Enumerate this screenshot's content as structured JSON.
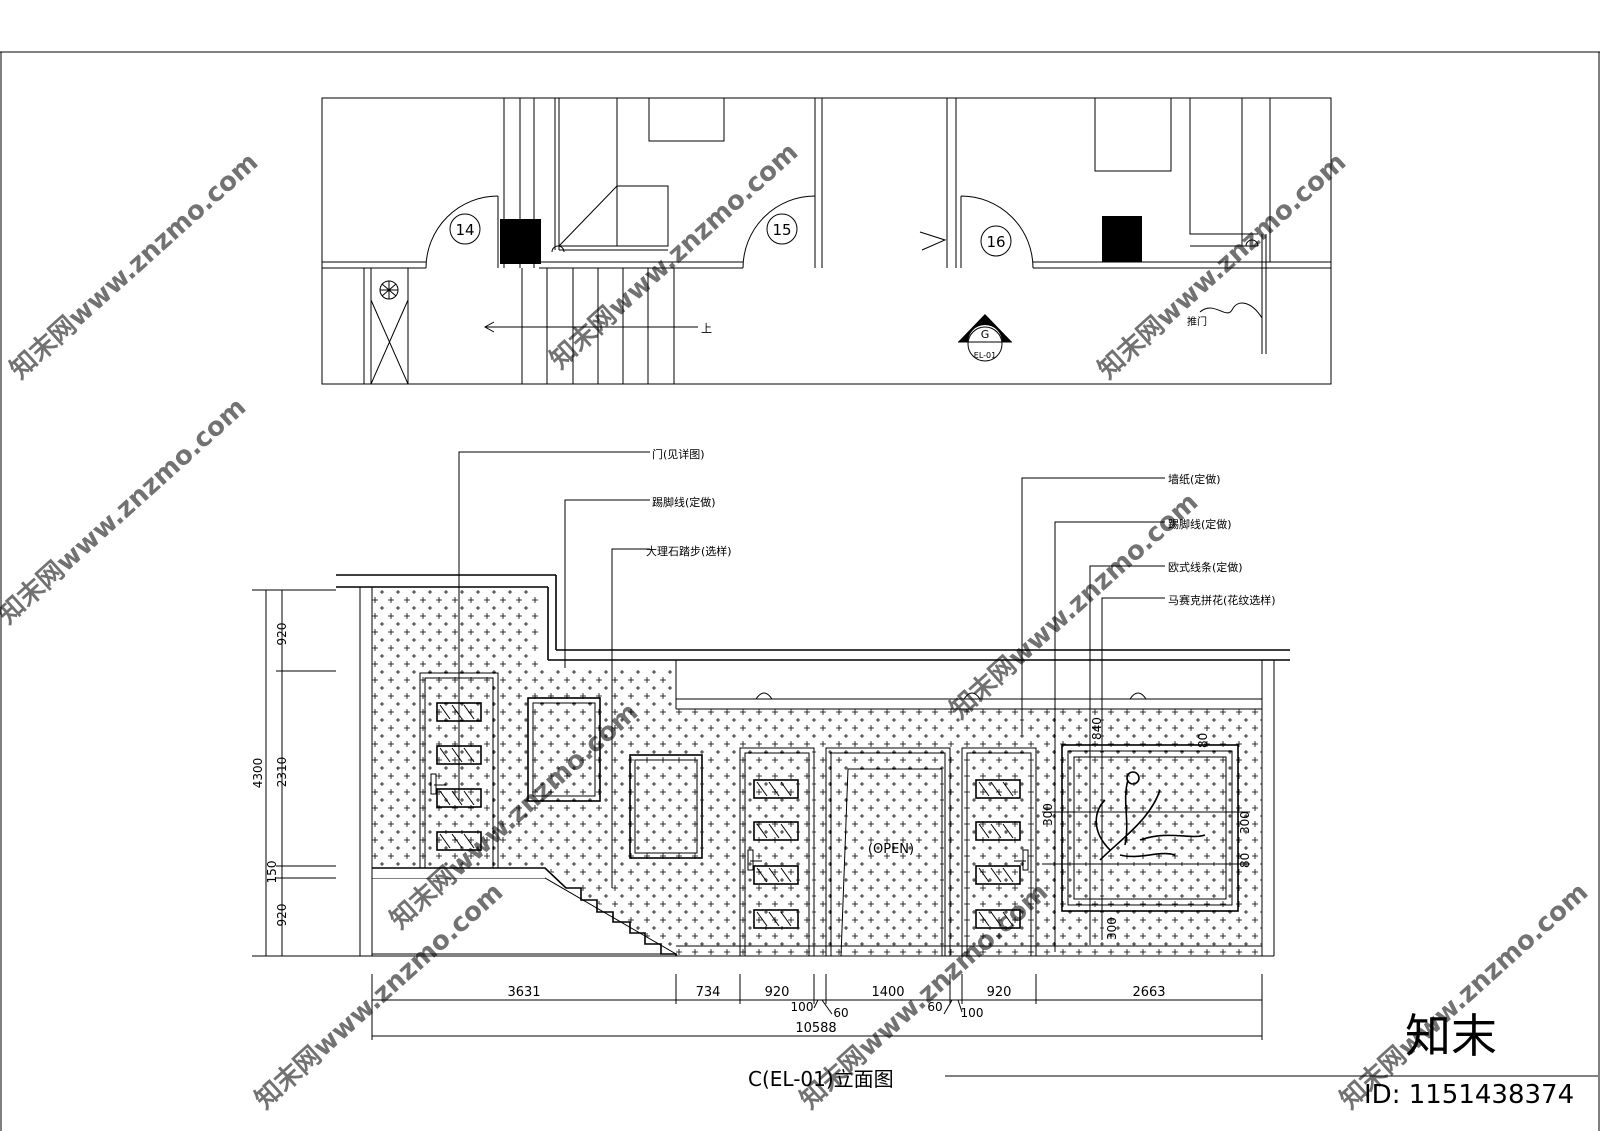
{
  "plan": {
    "rooms": [
      "14",
      "15",
      "16"
    ],
    "stair_label": "上",
    "section_marker": {
      "letter": "G",
      "ref": "EL-01"
    },
    "push_door_label": "推门"
  },
  "elevation": {
    "callouts": [
      "门(见详图)",
      "踢脚线(定做)",
      "大理石踏步(选样)",
      "墙纸(定做)",
      "踢脚线(定做)",
      "欧式线条(定做)",
      "马赛克拼花(花纹选样)"
    ],
    "open_label": "(OPEN)",
    "vertical_dims": {
      "total": "4300",
      "parts": [
        "920",
        "2310",
        "150",
        "920"
      ]
    },
    "horizontal_dims": [
      "3631",
      "734",
      "920",
      "1400",
      "920",
      "2663"
    ],
    "small_dims": [
      "100",
      "60",
      "60",
      "100"
    ],
    "total_width": "10588",
    "mosaic_dims": [
      "840",
      "80",
      "300",
      "300",
      "80",
      "300"
    ],
    "title": "C(EL-01)立面图"
  },
  "watermark": {
    "text": "知末网www.znzmo.com",
    "brand": "知末",
    "id": "ID: 1151438374"
  }
}
